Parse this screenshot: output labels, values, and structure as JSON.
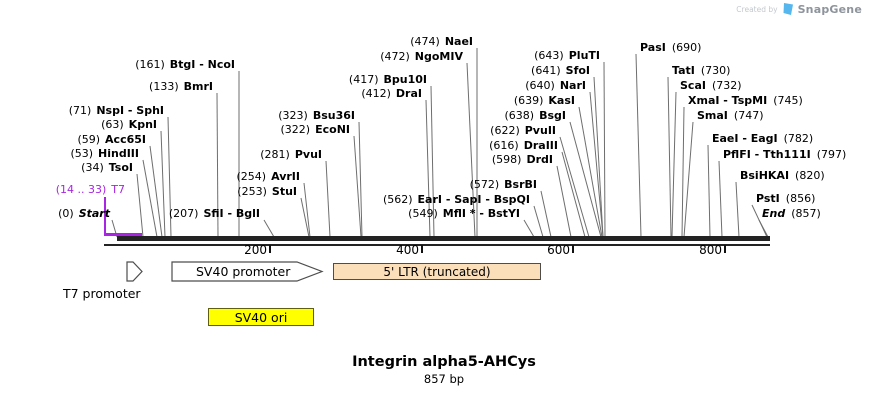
{
  "credit": {
    "created_by": "Created by",
    "brand": "SnapGene"
  },
  "map": {
    "title": "Integrin alpha5-AHCys",
    "length_label": "857 bp",
    "start": {
      "pos": "(0)",
      "name": "Start"
    },
    "end": {
      "name": "End",
      "pos": "(857)"
    },
    "t7_region": {
      "pos": "(14 .. 33)",
      "name": "T7"
    },
    "ruler_ticks": [
      "200",
      "400",
      "600",
      "800"
    ],
    "sites": [
      {
        "pos": "(161)",
        "name": "BtgI - NcoI"
      },
      {
        "pos": "(133)",
        "name": "BmrI"
      },
      {
        "pos": "(71)",
        "name": "NspI - SphI"
      },
      {
        "pos": "(63)",
        "name": "KpnI"
      },
      {
        "pos": "(59)",
        "name": "Acc65I"
      },
      {
        "pos": "(53)",
        "name": "HindIII"
      },
      {
        "pos": "(34)",
        "name": "TsoI"
      },
      {
        "pos": "(207)",
        "name": "SfiI - BglI"
      },
      {
        "pos": "(253)",
        "name": "StuI"
      },
      {
        "pos": "(254)",
        "name": "AvrII"
      },
      {
        "pos": "(281)",
        "name": "PvuI"
      },
      {
        "pos": "(322)",
        "name": "EcoNI"
      },
      {
        "pos": "(323)",
        "name": "Bsu36I"
      },
      {
        "pos": "(412)",
        "name": "DraI"
      },
      {
        "pos": "(417)",
        "name": "Bpu10I"
      },
      {
        "pos": "(472)",
        "name": "NgoMIV"
      },
      {
        "pos": "(474)",
        "name": "NaeI"
      },
      {
        "pos": "(549)",
        "name": "MflI * - BstYI"
      },
      {
        "pos": "(562)",
        "name": "EarI - SapI - BspQI"
      },
      {
        "pos": "(572)",
        "name": "BsrBI"
      },
      {
        "pos": "(598)",
        "name": "DrdI"
      },
      {
        "pos": "(616)",
        "name": "DraIII"
      },
      {
        "pos": "(622)",
        "name": "PvuII"
      },
      {
        "pos": "(638)",
        "name": "BsgI"
      },
      {
        "pos": "(639)",
        "name": "KasI"
      },
      {
        "pos": "(640)",
        "name": "NarI"
      },
      {
        "pos": "(641)",
        "name": "SfoI"
      },
      {
        "pos": "(643)",
        "name": "PluTI"
      }
    ],
    "right_sites": [
      {
        "name": "PasI",
        "pos": "(690)"
      },
      {
        "name": "TatI",
        "pos": "(730)"
      },
      {
        "name": "ScaI",
        "pos": "(732)"
      },
      {
        "name": "XmaI - TspMI",
        "pos": "(745)"
      },
      {
        "name": "SmaI",
        "pos": "(747)"
      },
      {
        "name": "EaeI - EagI",
        "pos": "(782)"
      },
      {
        "name": "PflFI - Tth111I",
        "pos": "(797)"
      },
      {
        "name": "BsiHKAI",
        "pos": "(820)"
      },
      {
        "name": "PstI",
        "pos": "(856)"
      }
    ],
    "features": {
      "t7_promoter": "T7 promoter",
      "sv40_promoter": "SV40 promoter",
      "ltr": "5' LTR (truncated)",
      "sv40_ori": "SV40 ori"
    },
    "colors": {
      "t7_purple": "#a825e3",
      "ltr_fill": "#fbdfba",
      "ori_fill": "#ffff00",
      "bar": "#232323"
    }
  }
}
